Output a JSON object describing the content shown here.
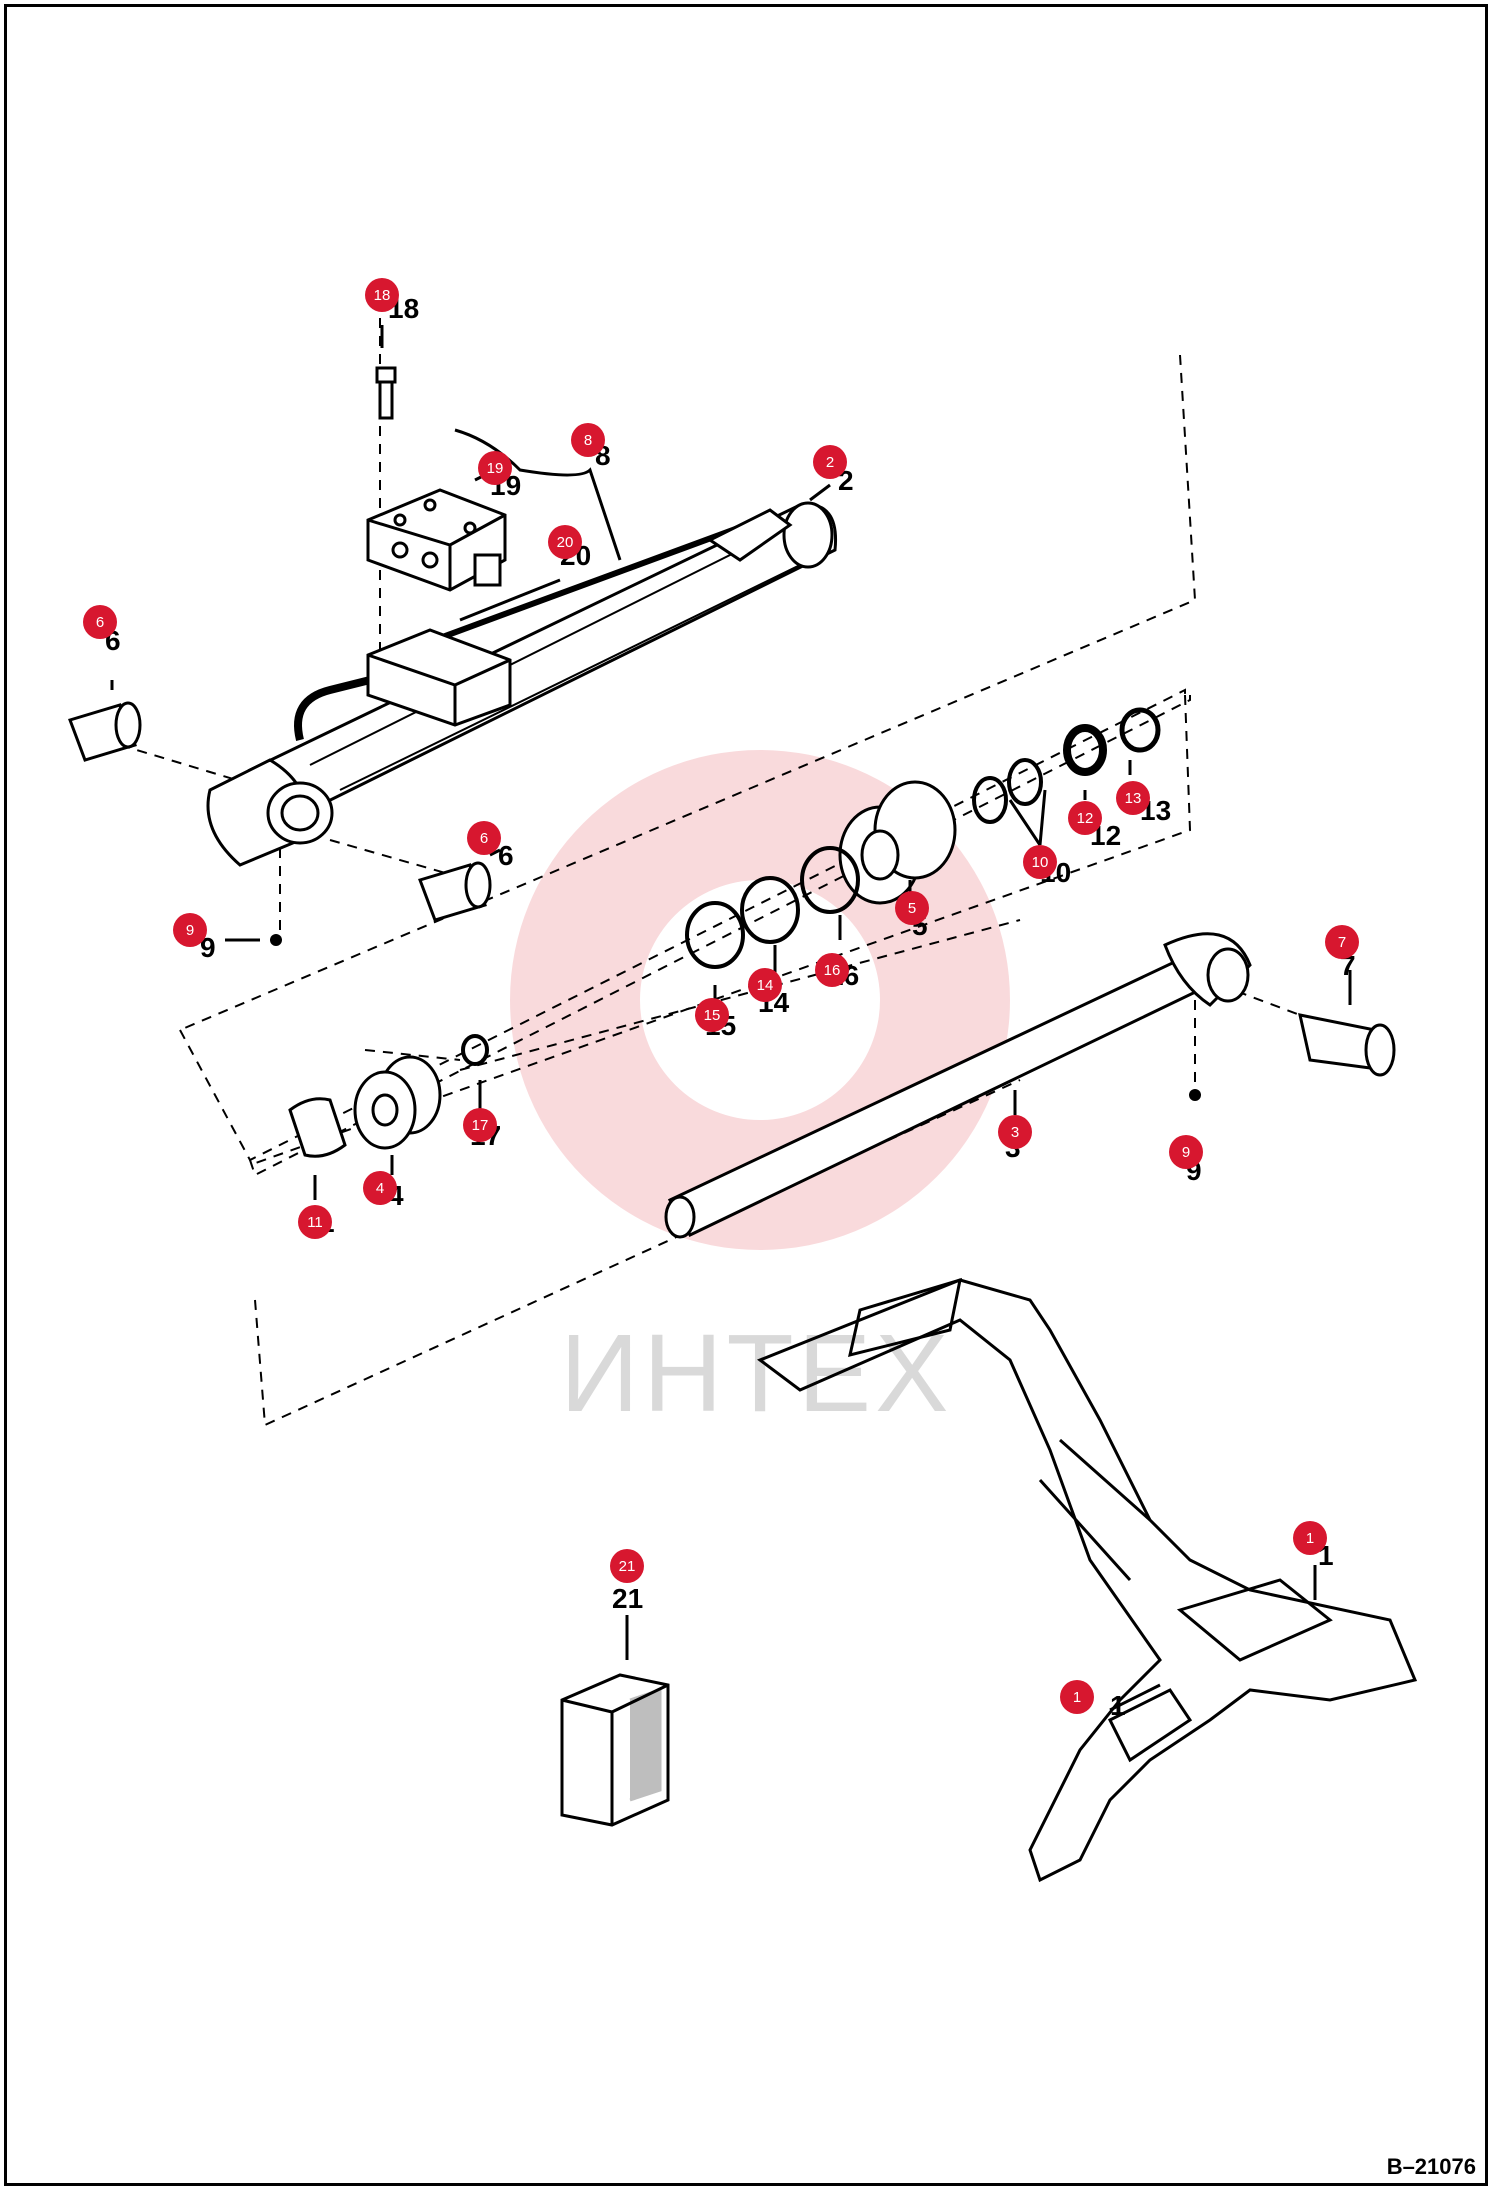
{
  "drawing_id": "B–21076",
  "watermark_text": "ИНТЕХ",
  "accent_color": "#d7172f",
  "callouts": [
    "18",
    "8",
    "19",
    "2",
    "20",
    "6",
    "6",
    "9",
    "7",
    "5",
    "10",
    "12",
    "13",
    "15",
    "14",
    "16",
    "17",
    "11",
    "4",
    "3",
    "9",
    "1",
    "1",
    "21"
  ],
  "part_numbers": [
    "18",
    "8",
    "19",
    "2",
    "20",
    "6",
    "6",
    "9",
    "7",
    "5",
    "10",
    "12",
    "13",
    "15",
    "14",
    "16",
    "17",
    "11",
    "4",
    "3",
    "9",
    "1",
    "1",
    "21"
  ]
}
